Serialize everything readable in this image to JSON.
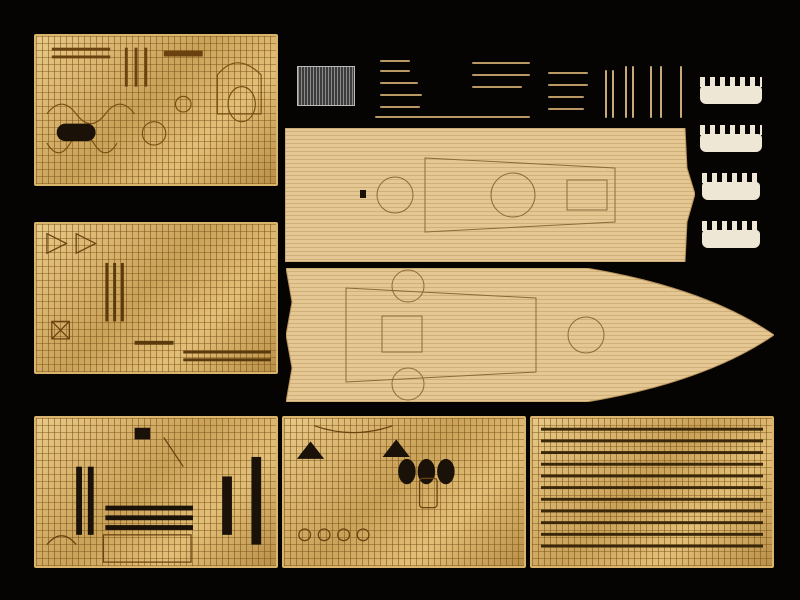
{
  "image": {
    "description_label": "",
    "background_color": "#000000",
    "brass_color": "#d2ad6a",
    "wood_color": "#e0c08c",
    "resin_color": "#efe7d6"
  },
  "items": {
    "frets": [
      {
        "id": "fret-top-left"
      },
      {
        "id": "fret-middle-left"
      },
      {
        "id": "fret-bottom-left"
      },
      {
        "id": "fret-bottom-center"
      },
      {
        "id": "fret-bottom-right"
      }
    ],
    "decks": [
      {
        "id": "deck-aft"
      },
      {
        "id": "deck-fore"
      }
    ],
    "resin_parts": 4,
    "rods_and_pins": 1
  }
}
